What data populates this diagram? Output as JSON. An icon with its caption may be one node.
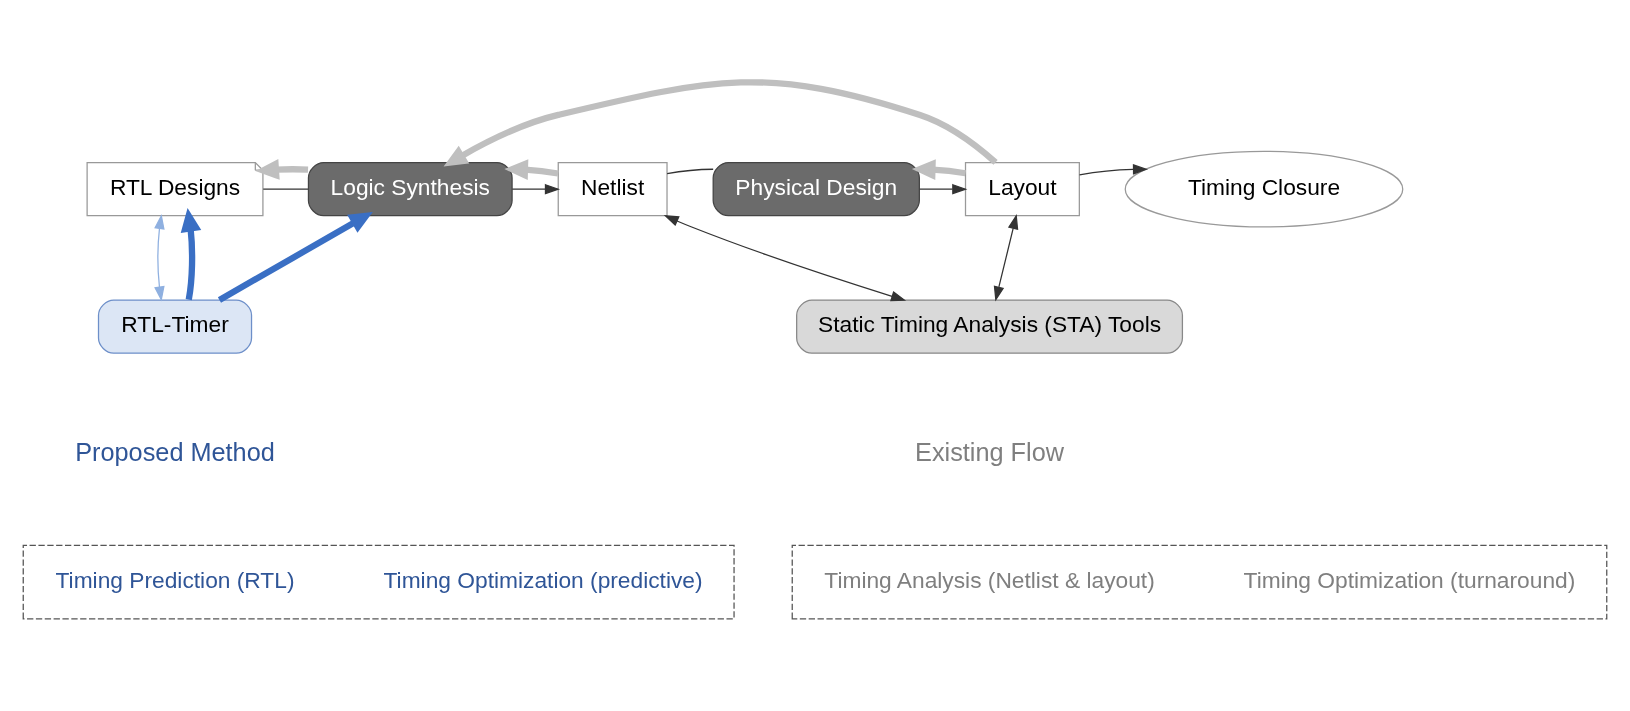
{
  "diagram": {
    "nodes": [
      {
        "text": [
          "RTL Designs"
        ]
      },
      {
        "text": [
          "Logic Synthesis"
        ]
      },
      {
        "text": [
          "Netlist"
        ]
      },
      {
        "text": [
          "Physical Design"
        ]
      },
      {
        "text": [
          "Layout"
        ]
      },
      {
        "text": [
          "Timing Closure"
        ]
      },
      {
        "text": [
          "RTL-Timer"
        ]
      },
      {
        "text": [
          "Static Timing Analysis (STA) Tools"
        ]
      },
      {
        "text": [],
        "shape": "box"
      },
      {
        "text": [],
        "shape": "box"
      }
    ],
    "edges": [
      {
        "from": 0,
        "to": 1,
        "arrow": "none"
      },
      {
        "from": 1,
        "to": 2,
        "arrow": "to"
      },
      {
        "from": 2,
        "to": 3,
        "arrow": "none"
      },
      {
        "from": 3,
        "to": 4,
        "arrow": "to"
      },
      {
        "from": 4,
        "to": 5,
        "arrow": "to"
      },
      {
        "from": 1,
        "to": 0,
        "arrow": "to",
        "style": "thick",
        "color": "#bfbfbf"
      },
      {
        "from": 2,
        "to": 1,
        "arrow": "to",
        "style": "thick",
        "color": "#bfbfbf"
      },
      {
        "from": 4,
        "to": 3,
        "arrow": "to",
        "style": "thick",
        "color": "#bfbfbf"
      },
      {
        "from": 4,
        "to": 1,
        "arrow": "to",
        "style": "thick",
        "color": "#bfbfbf"
      },
      {
        "from": 0,
        "to": 6,
        "arrow": "both",
        "color": "#8fb0e0"
      },
      {
        "from": 2,
        "to": 7,
        "arrow": "both"
      },
      {
        "from": 4,
        "to": 7,
        "arrow": "both"
      },
      {
        "from": 6,
        "to": 0,
        "arrow": "to",
        "style": "thick",
        "color": "#3a6fc4"
      },
      {
        "from": 6,
        "to": 1,
        "arrow": "to",
        "style": "thick",
        "color": "#3a6fc4"
      }
    ],
    "labels": [
      "Proposed Method",
      "Existing Flow"
    ],
    "legend": [
      {
        "text": "Timing Prediction (RTL)"
      },
      {
        "text": "Timing Optimization (predictive)"
      },
      {
        "text": "Timing Analysis (Netlist & layout)"
      },
      {
        "text": "Timing Optimization (turnaround)"
      }
    ]
  }
}
